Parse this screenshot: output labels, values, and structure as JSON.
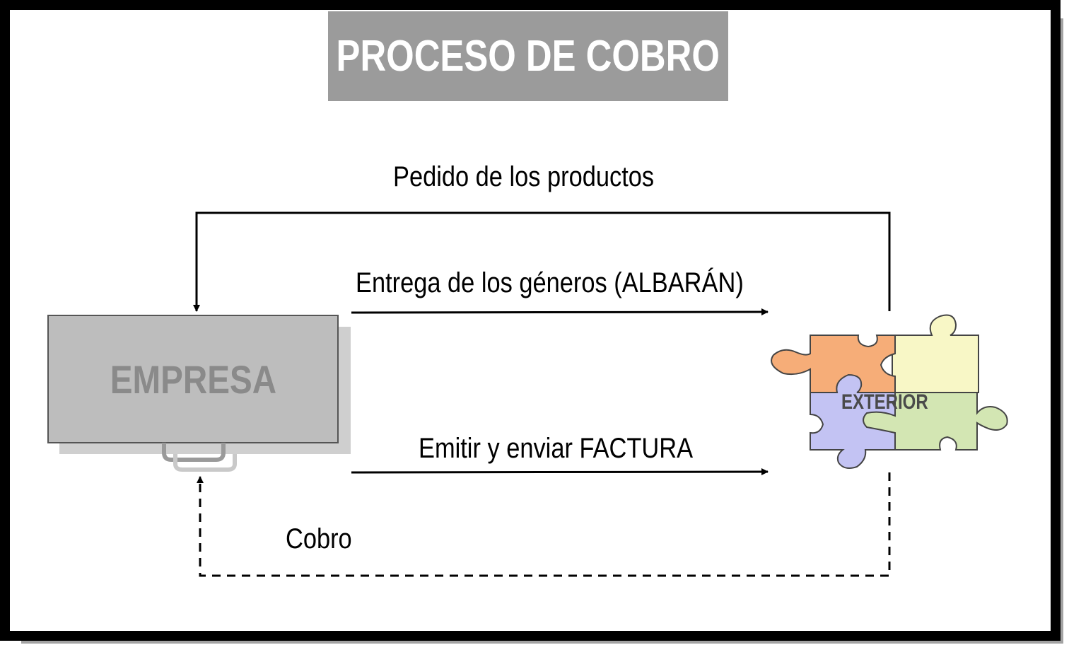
{
  "title": "PROCESO DE COBRO",
  "nodes": {
    "empresa": "EMPRESA",
    "exterior": "EXTERIOR"
  },
  "flows": {
    "pedido": "Pedido de los productos",
    "entrega": "Entrega de los géneros (ALBARÁN)",
    "factura": "Emitir y enviar FACTURA",
    "cobro": "Cobro"
  },
  "colors": {
    "title_bg": "#9b9b9b",
    "empresa_box": "#bdbdbd",
    "puzzle_orange": "#f6ad78",
    "puzzle_yellow": "#f8f7c6",
    "puzzle_blue": "#c3c3f3",
    "puzzle_green": "#d3e6b3"
  }
}
